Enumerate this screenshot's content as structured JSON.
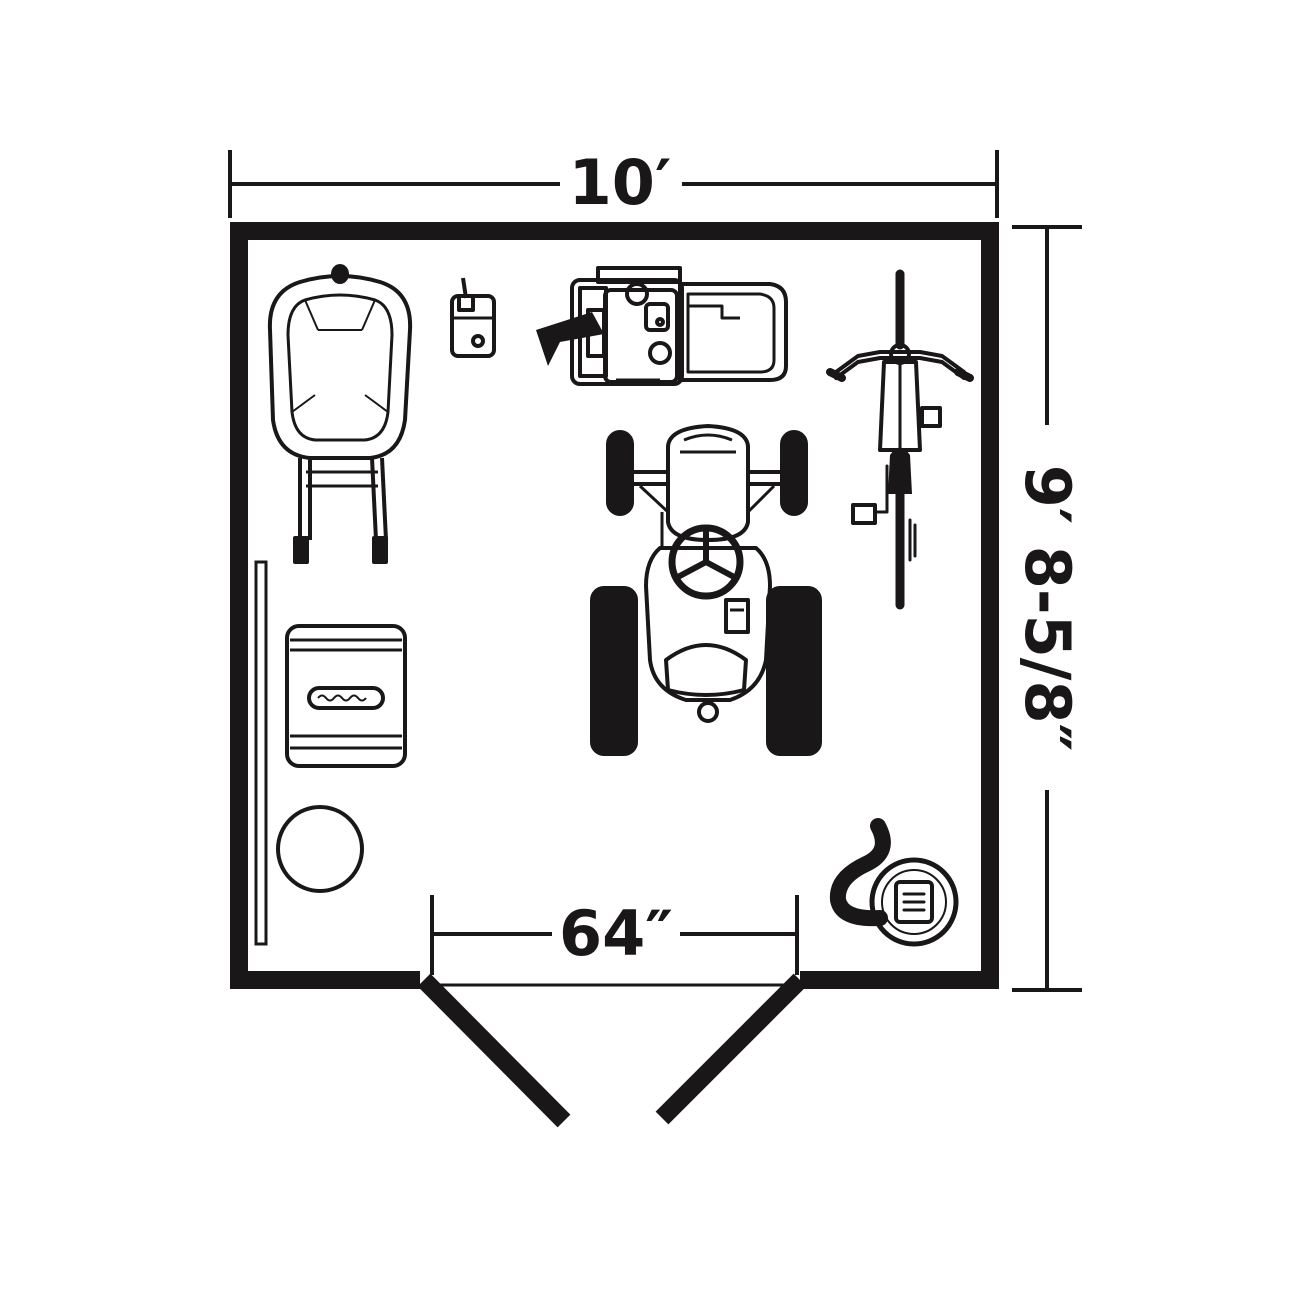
{
  "dimensions": {
    "width_label": "10′",
    "depth_label": "9′ 8-5/8″",
    "door_label": "64″"
  },
  "colors": {
    "ink": "#1a1718",
    "background": "#ffffff"
  },
  "icons": [
    "grill-icon",
    "gas-can-icon",
    "push-mower-icon",
    "bicycle-icon",
    "riding-mower-icon",
    "cooler-icon",
    "bucket-icon",
    "hose-reel-icon"
  ]
}
